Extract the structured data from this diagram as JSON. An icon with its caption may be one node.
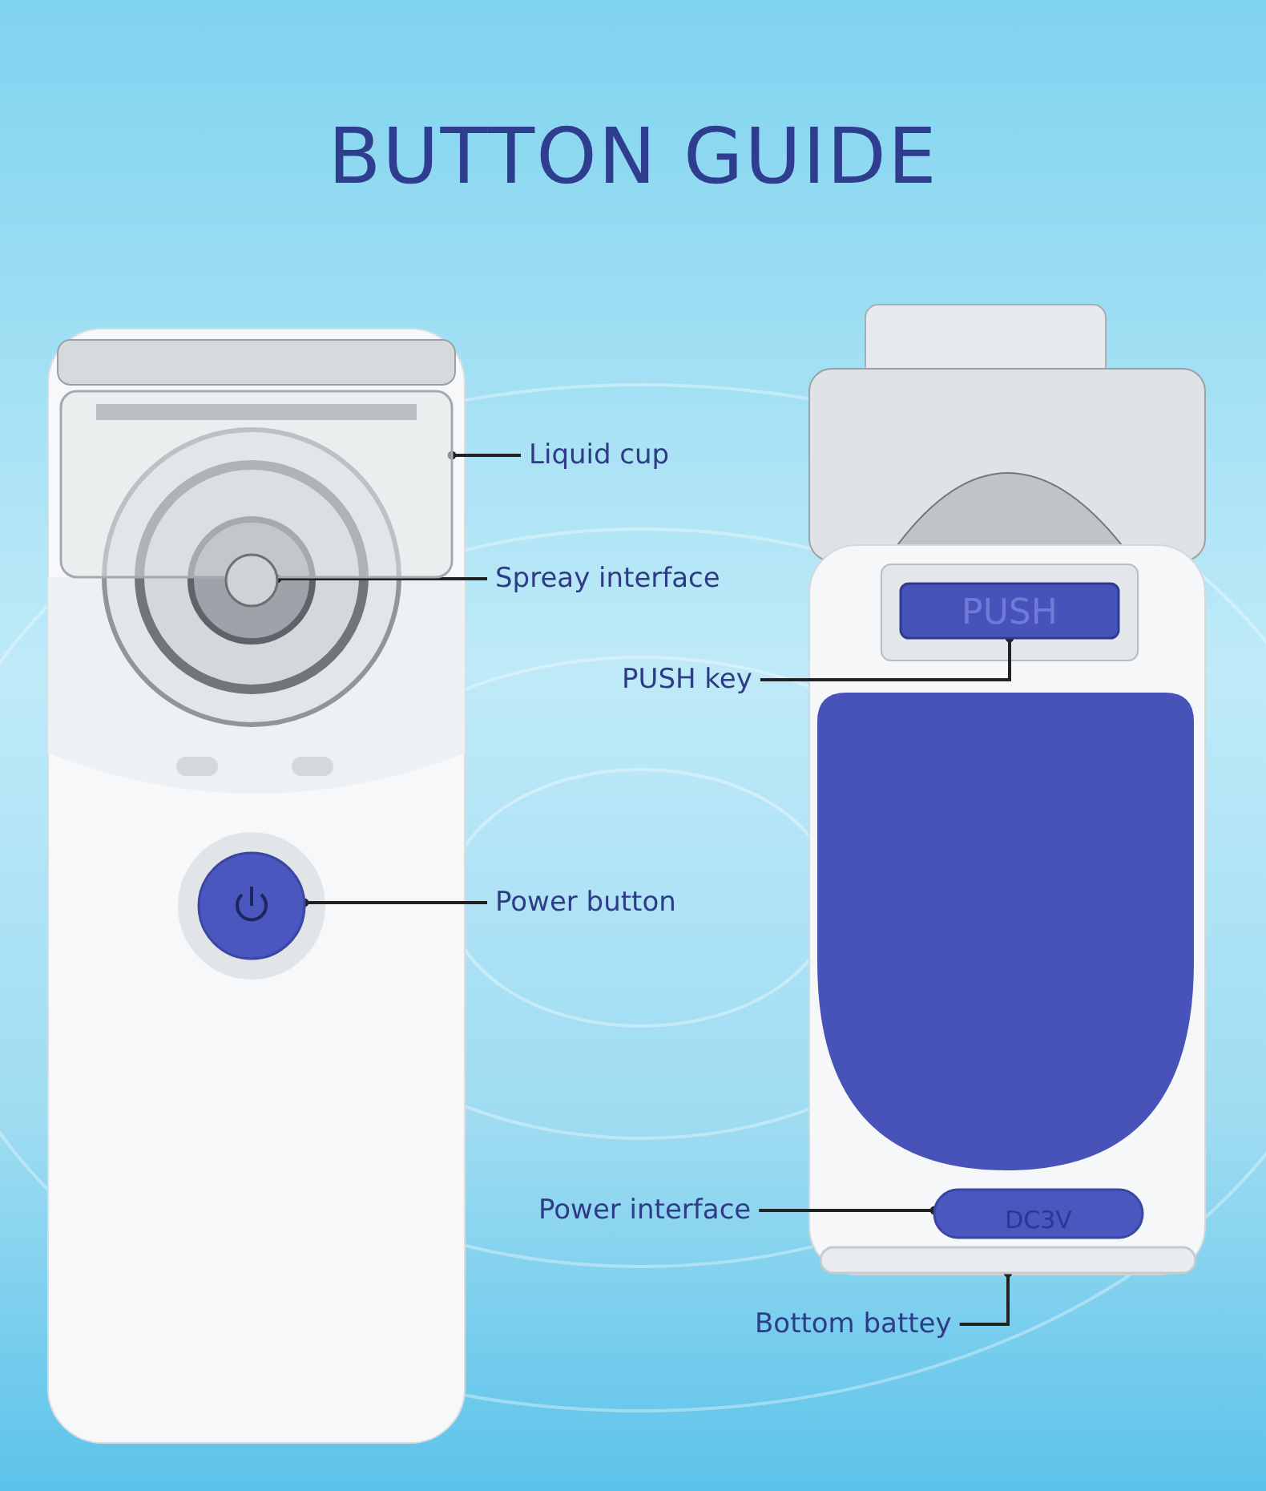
{
  "diagram": {
    "title": "BUTTON GUIDE",
    "nodes": [
      {
        "text": [
          "Liquid cup"
        ]
      },
      {
        "text": [],
        "shape": "box"
      },
      {
        "text": [
          "Spreay interface"
        ]
      },
      {
        "text": [],
        "shape": "circle"
      },
      {
        "text": [
          "Power button"
        ]
      },
      {
        "text": [],
        "shape": "circle"
      },
      {
        "text": [
          "PUSH key"
        ]
      },
      {
        "text": [],
        "shape": "box"
      },
      {
        "text": [
          "Power interface"
        ]
      },
      {
        "text": [],
        "shape": "box"
      },
      {
        "text": [
          "Bottom battey"
        ]
      },
      {
        "text": [],
        "shape": "box"
      }
    ],
    "edges": [
      {
        "from": 0,
        "to": 1,
        "arrow": "other"
      },
      {
        "from": 2,
        "to": 3,
        "arrow": "other"
      },
      {
        "from": 4,
        "to": 5,
        "arrow": "other"
      },
      {
        "from": 6,
        "to": 7,
        "arrow": "other"
      },
      {
        "from": 8,
        "to": 9,
        "arrow": "other"
      },
      {
        "from": 10,
        "to": 11,
        "arrow": "other"
      }
    ],
    "labels": [
      "PUSH",
      "DC3V"
    ]
  }
}
